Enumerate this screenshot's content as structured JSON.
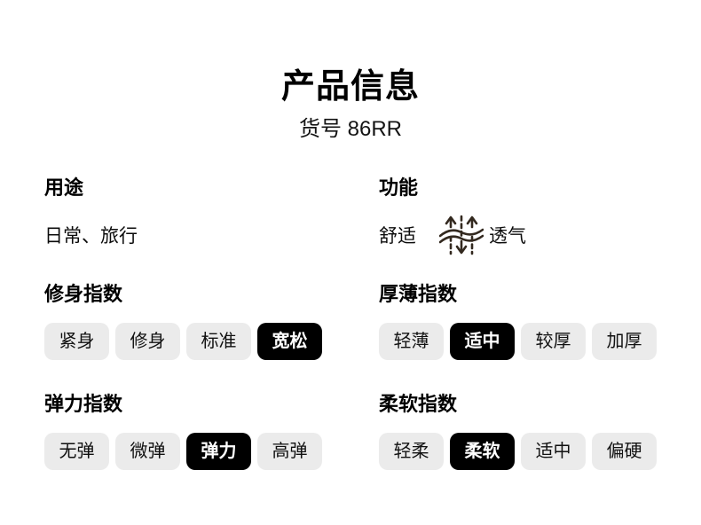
{
  "page": {
    "title": "产品信息",
    "sku": "货号 86RR"
  },
  "colors": {
    "pill_bg": "#ebebeb",
    "pill_text": "#111111",
    "selected_bg": "#000000",
    "selected_text": "#ffffff",
    "icon": "#33291f"
  },
  "sections": {
    "usage": {
      "title": "用途",
      "value": "日常、旅行"
    },
    "feature": {
      "title": "功能",
      "item1": "舒适",
      "item2": "透气",
      "icon": "breathability-icon"
    },
    "fit": {
      "title": "修身指数",
      "options": [
        "紧身",
        "修身",
        "标准",
        "宽松"
      ],
      "selected": "宽松"
    },
    "thickness": {
      "title": "厚薄指数",
      "options": [
        "轻薄",
        "适中",
        "较厚",
        "加厚"
      ],
      "selected": "适中"
    },
    "elasticity": {
      "title": "弹力指数",
      "options": [
        "无弹",
        "微弹",
        "弹力",
        "高弹"
      ],
      "selected": "弹力"
    },
    "softness": {
      "title": "柔软指数",
      "options": [
        "轻柔",
        "柔软",
        "适中",
        "偏硬"
      ],
      "selected": "柔软"
    }
  }
}
